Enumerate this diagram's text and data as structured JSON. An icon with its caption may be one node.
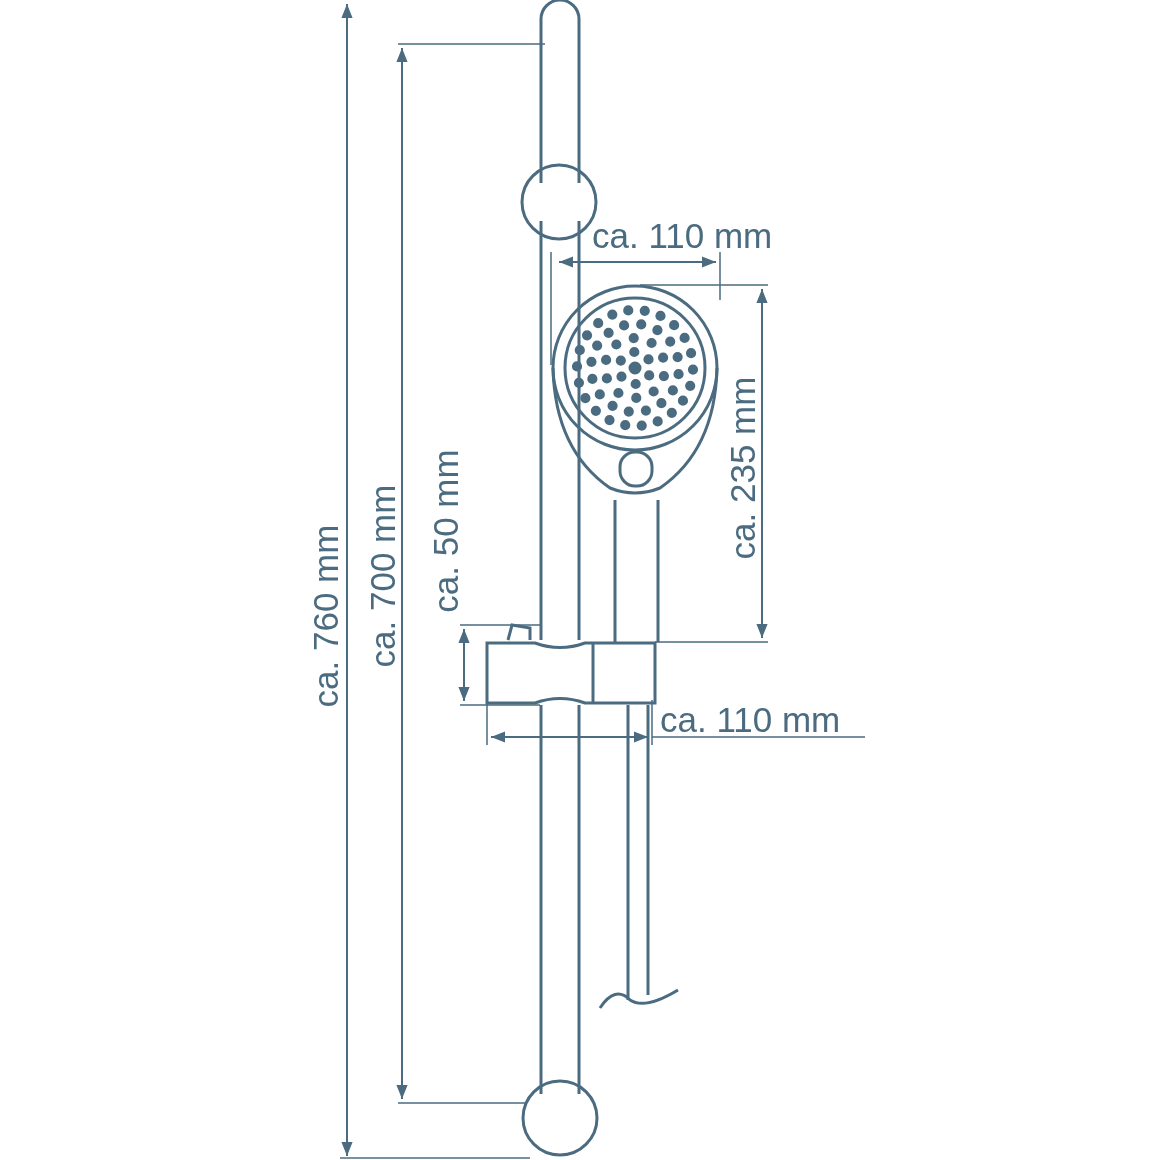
{
  "diagram": {
    "labels": [
      "ca. 110 mm",
      "ca. 235 mm",
      "ca. 760 mm",
      "ca. 700 mm",
      "ca. 50 mm",
      "ca. 110 mm"
    ]
  }
}
